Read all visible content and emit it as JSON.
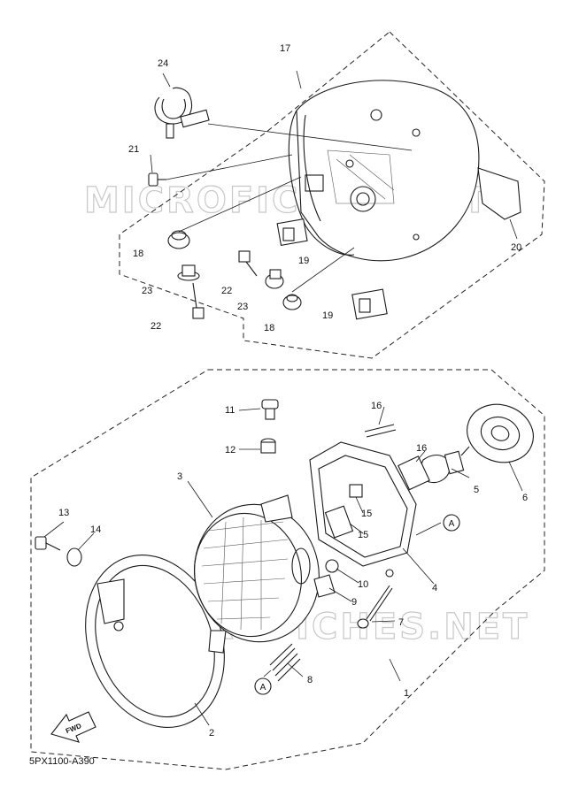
{
  "diagram": {
    "diagram_code": "5PX1100-A390",
    "watermark_top": "MICROFICHES.NET",
    "watermark_bottom": "MICROFICHES.NET",
    "fwd_label": "FWD",
    "ref_marker_label": "A",
    "callouts": {
      "c1": "1",
      "c2": "2",
      "c3": "3",
      "c4": "4",
      "c5": "5",
      "c6": "6",
      "c7": "7",
      "c8": "8",
      "c9": "9",
      "c10": "10",
      "c11": "11",
      "c12": "12",
      "c13": "13",
      "c14": "14",
      "c15a": "15",
      "c15b": "15",
      "c16a": "16",
      "c16b": "16",
      "c17": "17",
      "c18a": "18",
      "c18b": "18",
      "c19a": "19",
      "c19b": "19",
      "c20": "20",
      "c21": "21",
      "c22a": "22",
      "c22b": "22",
      "c23a": "23",
      "c23b": "23",
      "c24": "24"
    }
  }
}
